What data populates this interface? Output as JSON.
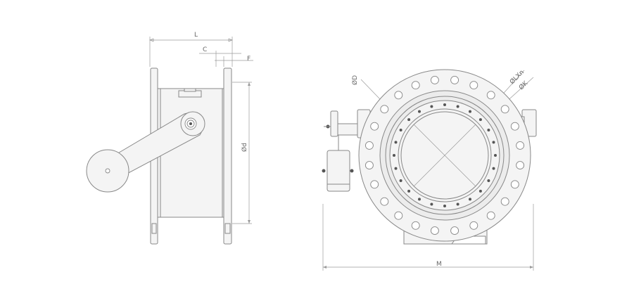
{
  "diagram": {
    "side_view": {
      "dimension_labels": {
        "length": "L",
        "c": "C",
        "f": "F",
        "inner_diameter": "Ød"
      }
    },
    "front_view": {
      "dimension_labels": {
        "flange_diameter": "ØD",
        "bolt_holes": "ØLXn",
        "bolt_circle": "ØK",
        "overall_width": "M"
      }
    },
    "colors": {
      "line": "#888888",
      "fill": "#f4f4f4",
      "text": "#666666"
    }
  }
}
